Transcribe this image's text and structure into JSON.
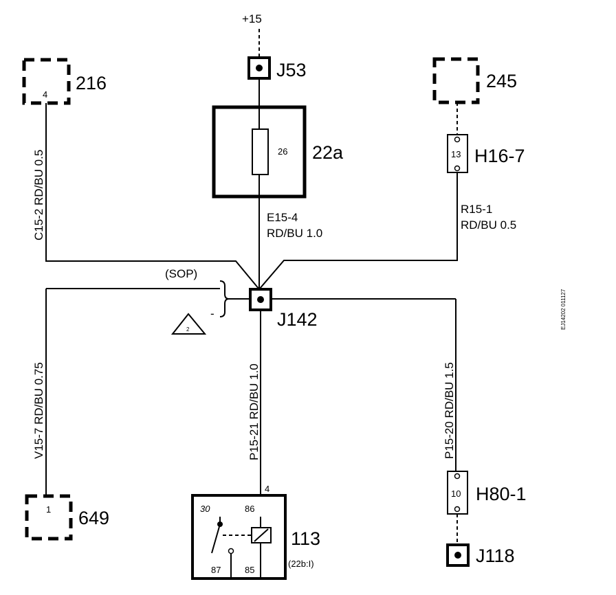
{
  "supply": "+15",
  "components": {
    "c216": {
      "label": "216",
      "pin": "4"
    },
    "c245": {
      "label": "245"
    },
    "c649": {
      "label": "649",
      "pin": "1"
    },
    "j53": {
      "label": "J53"
    },
    "fuse": {
      "label": "22a",
      "number": "26"
    },
    "h16": {
      "label": "H16-7",
      "pin": "13"
    },
    "j142": {
      "label": "J142"
    },
    "h80": {
      "label": "H80-1",
      "pin": "10"
    },
    "j118": {
      "label": "J118"
    },
    "relay": {
      "label": "113",
      "ref": "(22b:I)",
      "pin_top": "4",
      "t30": "30",
      "t86": "86",
      "t87": "87",
      "t85": "85"
    }
  },
  "wires": {
    "c15_2": "C15-2   RD/BU   0.5",
    "e15_4": "E15-4",
    "e15_4_spec": "RD/BU   1.0",
    "r15_1": "R15-1",
    "r15_1_spec": "RD/BU   0.5",
    "v15_7": "V15-7   RD/BU   0.75",
    "p15_21": "P15-21   RD/BU   1.0",
    "p15_20": "P15-20   RD/BU   1.5"
  },
  "notes": {
    "sop": "(SOP)",
    "dash": "-",
    "triangle": "2",
    "ref_code": "EJ14202 011127"
  }
}
